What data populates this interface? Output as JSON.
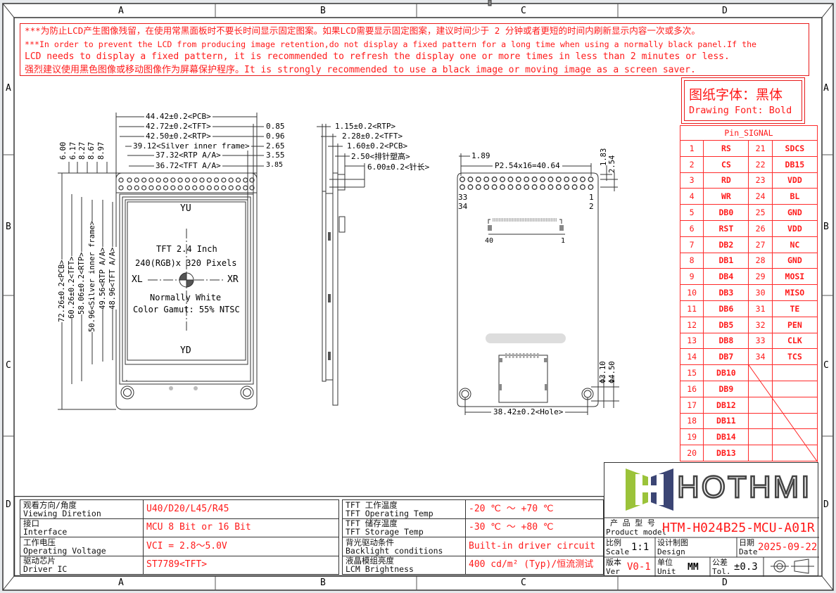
{
  "grid": {
    "columns": [
      "A",
      "B",
      "C",
      "D"
    ],
    "rows": [
      "A",
      "B",
      "C",
      "D"
    ]
  },
  "warning": {
    "line1": "***为防止LCD产生图像残留，在使用常黑面板时不要长时间显示固定图案。如果LCD需要显示固定图案，建议时间少于 2 分钟或者更短的时间内刷新显示内容一次或多次。",
    "line2": "***In order to prevent the LCD from producing image retention,do not display a fixed pattern for a long time when using a normally black panel.If the",
    "line3": " LCD needs to display a fixed pattern, it is recommended to refresh the display one or more times in less than 2 minutes or less.",
    "line4": "强烈建议使用黑色图像或移动图像作为屏幕保护程序。It is strongly recommended to use a black image or moving image as a screen saver."
  },
  "drawing_font": {
    "zh": "图纸字体：黑体",
    "en": "Drawing Font: Bold"
  },
  "front_view": {
    "dims_top": [
      "44.42±0.2<PCB>",
      "42.72±0.2<TFT>",
      "42.50±0.2<RTP>",
      "39.12<Silver inner frame>",
      "37.32<RTP A/A>",
      "36.72<TFT A/A>"
    ],
    "dims_right": [
      "0.85",
      "0.96",
      "2.65",
      "3.55",
      "3.85"
    ],
    "dims_left_top": [
      "6.00",
      "6.17",
      "8.27",
      "8.67",
      "8.97"
    ],
    "dims_left": [
      "72.26±0.2<PCB>",
      "60.26±0.2<TFT>",
      "58.06±0.2<RTP>",
      "50.96<Silver inner frame>",
      "49.56<RTP A/A>",
      "48.96<TFT A/A>"
    ],
    "label_top": "YU",
    "label_bottom": "YD",
    "label_left": "XL",
    "label_right": "XR",
    "spec_line1": "TFT 2.4 Inch",
    "spec_line2": "240(RGB)x 320 Pixels",
    "spec_line3": "Normally White",
    "spec_line4": "Color Gamut: 55% NTSC"
  },
  "side_view": {
    "dims": [
      "1.15±0.2<RTP>",
      "2.28±0.2<TFT>",
      "1.60±0.2<PCB>",
      "2.50<排针塑高>",
      "6.00±0.2<针长>"
    ]
  },
  "back_view": {
    "dim_offset": "1.89",
    "dim_pitch": "P2.54x16=40.64",
    "dim_v1": "1.83",
    "dim_v2": "2.54",
    "pin_33": "33",
    "pin_34": "34",
    "pin_1": "1",
    "pin_2": "2",
    "fpc_left": "40",
    "fpc_right": "1",
    "hole_d1": "Φ3.10",
    "hole_d2": "Φ4.50",
    "hole_spacing": "38.42±0.2<Hole>"
  },
  "pin_table": {
    "title": "Pin_SIGNAL",
    "rows": [
      [
        "1",
        "RS",
        "21",
        "SDCS"
      ],
      [
        "2",
        "CS",
        "22",
        "DB15"
      ],
      [
        "3",
        "RD",
        "23",
        "VDD"
      ],
      [
        "4",
        "WR",
        "24",
        "BL"
      ],
      [
        "5",
        "DB0",
        "25",
        "GND"
      ],
      [
        "6",
        "RST",
        "26",
        "VDD"
      ],
      [
        "7",
        "DB2",
        "27",
        "NC"
      ],
      [
        "8",
        "DB1",
        "28",
        "GND"
      ],
      [
        "9",
        "DB4",
        "29",
        "MOSI"
      ],
      [
        "10",
        "DB3",
        "30",
        "MISO"
      ],
      [
        "11",
        "DB6",
        "31",
        "TE"
      ],
      [
        "12",
        "DB5",
        "32",
        "PEN"
      ],
      [
        "13",
        "DB8",
        "33",
        "CLK"
      ],
      [
        "14",
        "DB7",
        "34",
        "TCS"
      ],
      [
        "15",
        "DB10",
        "",
        ""
      ],
      [
        "16",
        "DB9",
        "",
        ""
      ],
      [
        "17",
        "DB12",
        "",
        ""
      ],
      [
        "18",
        "DB11",
        "",
        ""
      ],
      [
        "19",
        "DB14",
        "",
        ""
      ],
      [
        "20",
        "DB13",
        "",
        ""
      ]
    ]
  },
  "specs_left": [
    {
      "zh": "观看方向/角度",
      "en": "Viewing Diretion",
      "value": "U40/D20/L45/R45"
    },
    {
      "zh": "接口",
      "en": "Interface",
      "value": "MCU 8 Bit or 16 Bit"
    },
    {
      "zh": "工作电压",
      "en": "Operating Voltage",
      "value": "VCI = 2.8～5.0V"
    },
    {
      "zh": "驱动芯片",
      "en": "Driver IC",
      "value": "ST7789<TFT>"
    }
  ],
  "specs_right": [
    {
      "zh": "TFT 工作温度",
      "en": "TFT Operating Temp",
      "value": "-20 ℃ ～ +70 ℃"
    },
    {
      "zh": "TFT 储存温度",
      "en": "TFT Storage Temp",
      "value": "-30 ℃ ～ +80 ℃"
    },
    {
      "zh": "背光驱动条件",
      "en": "Backlight conditions",
      "value": "Built-in driver circuit"
    },
    {
      "zh": "液晶模组亮度",
      "en": "LCM Brightness",
      "value": "400 cd/m² (Typ)/恒流测试"
    }
  ],
  "title_block": {
    "brand": "HOTHMI",
    "product_model_zh": "产 品 型 号",
    "product_model_en": "Product model",
    "product_model": "HTM-H024B25-MCU-A01R",
    "scale_zh": "比例",
    "scale_en": "Scale",
    "scale": "1:1",
    "design_zh": "设计制图",
    "design_en": "Design",
    "date_zh": "日期",
    "date_en": "Date",
    "date": "2025-09-22",
    "ver_zh": "版本",
    "ver_en": "Ver",
    "ver": "V0-1",
    "unit_zh": "单位",
    "unit_en": "Unit",
    "unit": "MM",
    "tol_zh": "公差",
    "tol_en": "Tol.",
    "tol": "±0.3"
  },
  "colors": {
    "annotation_red": "#ff1a1a",
    "line_dark": "#333333",
    "logo_green": "#9bc33a",
    "logo_navy": "#3b4574"
  }
}
